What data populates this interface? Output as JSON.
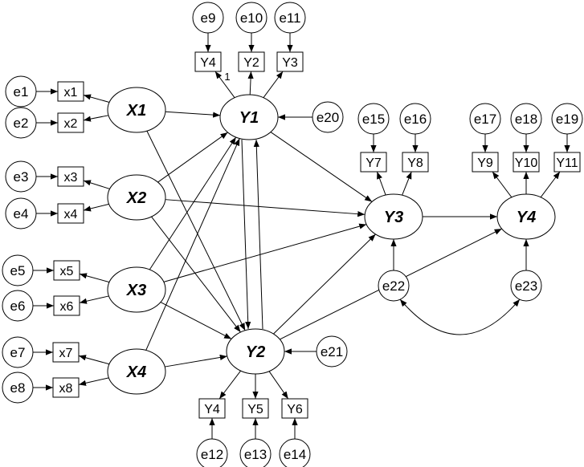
{
  "latents": [
    {
      "id": "X1",
      "label": "X1"
    },
    {
      "id": "X2",
      "label": "X2"
    },
    {
      "id": "X3",
      "label": "X3"
    },
    {
      "id": "X4",
      "label": "X4"
    },
    {
      "id": "Y1",
      "label": "Y1"
    },
    {
      "id": "Y2",
      "label": "Y2"
    },
    {
      "id": "Y3",
      "label": "Y3"
    },
    {
      "id": "Y4",
      "label": "Y4"
    }
  ],
  "indicators": [
    {
      "id": "x1",
      "label": "x1"
    },
    {
      "id": "x2",
      "label": "x2"
    },
    {
      "id": "x3",
      "label": "x3"
    },
    {
      "id": "x4",
      "label": "x4"
    },
    {
      "id": "x5",
      "label": "x5"
    },
    {
      "id": "x6",
      "label": "x6"
    },
    {
      "id": "x7",
      "label": "x7"
    },
    {
      "id": "x8",
      "label": "x8"
    },
    {
      "id": "Y4a",
      "label": "Y4"
    },
    {
      "id": "Y2a",
      "label": "Y2"
    },
    {
      "id": "Y3a",
      "label": "Y3"
    },
    {
      "id": "Y7",
      "label": "Y7"
    },
    {
      "id": "Y8",
      "label": "Y8"
    },
    {
      "id": "Y9",
      "label": "Y9"
    },
    {
      "id": "Y10",
      "label": "Y10"
    },
    {
      "id": "Y11",
      "label": "Y11"
    },
    {
      "id": "Y4b",
      "label": "Y4"
    },
    {
      "id": "Y5",
      "label": "Y5"
    },
    {
      "id": "Y6",
      "label": "Y6"
    }
  ],
  "errors": [
    {
      "id": "e1",
      "label": "e1"
    },
    {
      "id": "e2",
      "label": "e2"
    },
    {
      "id": "e3",
      "label": "e3"
    },
    {
      "id": "e4",
      "label": "e4"
    },
    {
      "id": "e5",
      "label": "e5"
    },
    {
      "id": "e6",
      "label": "e6"
    },
    {
      "id": "e7",
      "label": "e7"
    },
    {
      "id": "e8",
      "label": "e8"
    },
    {
      "id": "e9",
      "label": "e9"
    },
    {
      "id": "e10",
      "label": "e10"
    },
    {
      "id": "e11",
      "label": "e11"
    },
    {
      "id": "e12",
      "label": "e12"
    },
    {
      "id": "e13",
      "label": "e13"
    },
    {
      "id": "e14",
      "label": "e14"
    },
    {
      "id": "e15",
      "label": "e15"
    },
    {
      "id": "e16",
      "label": "e16"
    },
    {
      "id": "e17",
      "label": "e17"
    },
    {
      "id": "e18",
      "label": "e18"
    },
    {
      "id": "e19",
      "label": "e19"
    },
    {
      "id": "e20",
      "label": "e20"
    },
    {
      "id": "e21",
      "label": "e21"
    },
    {
      "id": "e22",
      "label": "e22"
    },
    {
      "id": "e23",
      "label": "e23"
    }
  ],
  "path_labels": [
    {
      "id": "y1-y4a-loading",
      "text": "1"
    }
  ],
  "paths": [
    [
      "e1",
      "x1"
    ],
    [
      "e2",
      "x2"
    ],
    [
      "e3",
      "x3"
    ],
    [
      "e4",
      "x4"
    ],
    [
      "e5",
      "x5"
    ],
    [
      "e6",
      "x6"
    ],
    [
      "e7",
      "x7"
    ],
    [
      "e8",
      "x8"
    ],
    [
      "X1",
      "x1"
    ],
    [
      "X1",
      "x2"
    ],
    [
      "X2",
      "x3"
    ],
    [
      "X2",
      "x4"
    ],
    [
      "X3",
      "x5"
    ],
    [
      "X3",
      "x6"
    ],
    [
      "X4",
      "x7"
    ],
    [
      "X4",
      "x8"
    ],
    [
      "e9",
      "Y4a"
    ],
    [
      "e10",
      "Y2a"
    ],
    [
      "e11",
      "Y3a"
    ],
    [
      "Y1",
      "Y4a"
    ],
    [
      "Y1",
      "Y2a"
    ],
    [
      "Y1",
      "Y3a"
    ],
    [
      "e12",
      "Y4b"
    ],
    [
      "e13",
      "Y5"
    ],
    [
      "e14",
      "Y6"
    ],
    [
      "Y2",
      "Y4b"
    ],
    [
      "Y2",
      "Y5"
    ],
    [
      "Y2",
      "Y6"
    ],
    [
      "e15",
      "Y7"
    ],
    [
      "e16",
      "Y8"
    ],
    [
      "Y3",
      "Y7"
    ],
    [
      "Y3",
      "Y8"
    ],
    [
      "e17",
      "Y9"
    ],
    [
      "e18",
      "Y10"
    ],
    [
      "e19",
      "Y11"
    ],
    [
      "Y4",
      "Y9"
    ],
    [
      "Y4",
      "Y10"
    ],
    [
      "Y4",
      "Y11"
    ],
    [
      "e20",
      "Y1"
    ],
    [
      "e21",
      "Y2"
    ],
    [
      "e22",
      "Y3"
    ],
    [
      "e23",
      "Y4"
    ],
    [
      "X1",
      "Y1"
    ],
    [
      "X2",
      "Y1"
    ],
    [
      "X3",
      "Y1"
    ],
    [
      "X4",
      "Y1"
    ],
    [
      "X1",
      "Y2"
    ],
    [
      "X2",
      "Y2"
    ],
    [
      "X3",
      "Y2"
    ],
    [
      "X4",
      "Y2"
    ],
    [
      "X2",
      "Y3"
    ],
    [
      "X3",
      "Y3"
    ],
    [
      "Y1",
      "Y2"
    ],
    [
      "Y2",
      "Y1"
    ],
    [
      "Y1",
      "Y3"
    ],
    [
      "Y2",
      "Y3"
    ],
    [
      "Y2",
      "Y4"
    ],
    [
      "Y3",
      "Y4"
    ]
  ],
  "covariances": [
    [
      "e22",
      "e23"
    ]
  ]
}
